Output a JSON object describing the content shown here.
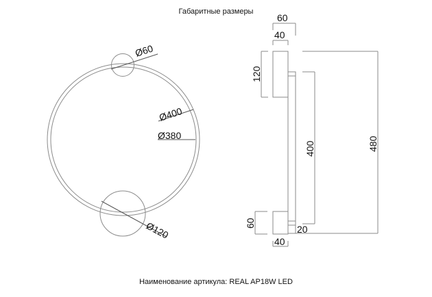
{
  "header": {
    "title": "Габаритные размеры"
  },
  "footer": {
    "article_label": "Наименование артикула: REAL AP18W LED"
  },
  "front_view": {
    "dimensions": {
      "top_disc": "Ø60",
      "outer_ring": "Ø400",
      "inner_ring": "Ø380",
      "bottom_disc": "Ø120"
    }
  },
  "side_view": {
    "dimensions": {
      "total_depth": "60",
      "top_plate_depth": "40",
      "top_plate_height": "120",
      "ring_height": "400",
      "total_height": "480",
      "bottom_plate_height": "60",
      "bottom_plate_depth": "40",
      "ring_thickness": "20"
    }
  },
  "colors": {
    "line": "#8a8a8a",
    "text": "#111111",
    "background": "#ffffff"
  }
}
